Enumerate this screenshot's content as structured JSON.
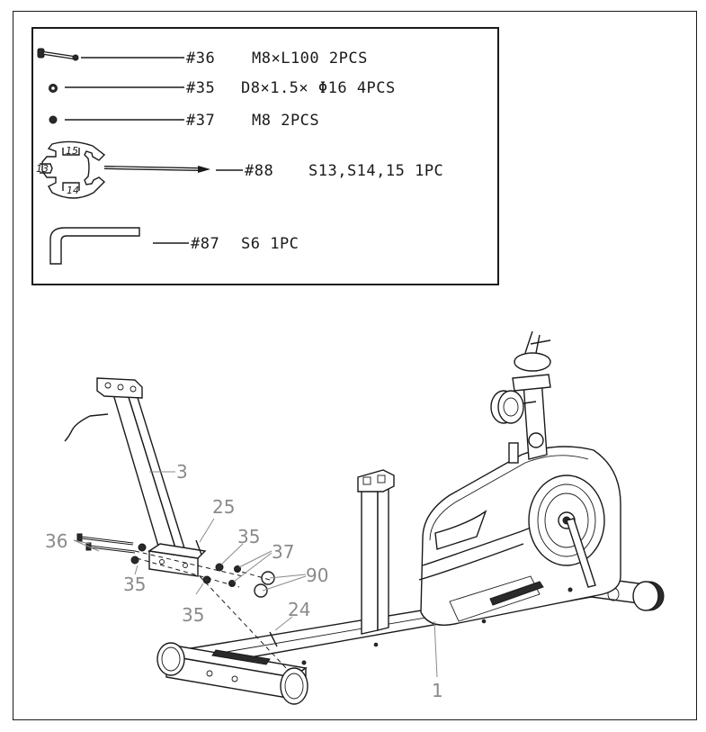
{
  "parts_list": [
    {
      "number": "#36",
      "spec": "M8×L100 2PCS",
      "icon": "bolt-icon"
    },
    {
      "number": "#35",
      "spec": "D8×1.5× Φ16 4PCS",
      "icon": "washer-icon"
    },
    {
      "number": "#37",
      "spec": "M8 2PCS",
      "icon": "nut-icon"
    },
    {
      "number": "#88",
      "spec": "S13,S14,15 1PC",
      "icon": "multi-wrench-icon"
    },
    {
      "number": "#87",
      "spec": "S6 1PC",
      "icon": "allen-key-icon"
    }
  ],
  "wrench_sizes": {
    "left": "13",
    "top": "15",
    "bottom": "14"
  },
  "callouts": {
    "c3": "3",
    "c25": "25",
    "c36": "36",
    "c35a": "35",
    "c37": "37",
    "c35b": "35",
    "c90": "90",
    "c35c": "35",
    "c24": "24",
    "c1": "1"
  }
}
